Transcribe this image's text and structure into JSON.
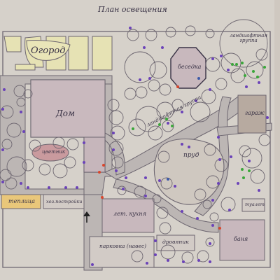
{
  "title": "План освещения",
  "labels": {
    "garden": "Огород",
    "house": "Дом",
    "gazebo": "беседка",
    "landscape_group_top": "ландшафтная группа",
    "landscape_group_mid": "ландшафтная группа",
    "pond": "пруд",
    "garage": "гараж",
    "flowerbed": "цветник",
    "greenhouse": "теплица",
    "utility_block": "хоз.постройки",
    "summer_kitchen": "лет. кухня",
    "parking": "парковка (навес)",
    "woodshed": "дровяник",
    "bath": "баня",
    "toilet": "туалет"
  },
  "colors": {
    "paper": "#cfc8c0",
    "path": "#bfbab6",
    "house_fill": "#c8b8bd",
    "garden_fill": "#e6e2b4",
    "greenhouse_fill": "#e9c77a",
    "flowerbed_fill": "#c99a9e",
    "garage_fill": "#b7aaa0",
    "ink": "#3a3346",
    "lamp_purple": "#6b43b8",
    "lamp_green": "#3aa63a",
    "lamp_red": "#d8462c",
    "lamp_blue": "#3c5aa8"
  }
}
